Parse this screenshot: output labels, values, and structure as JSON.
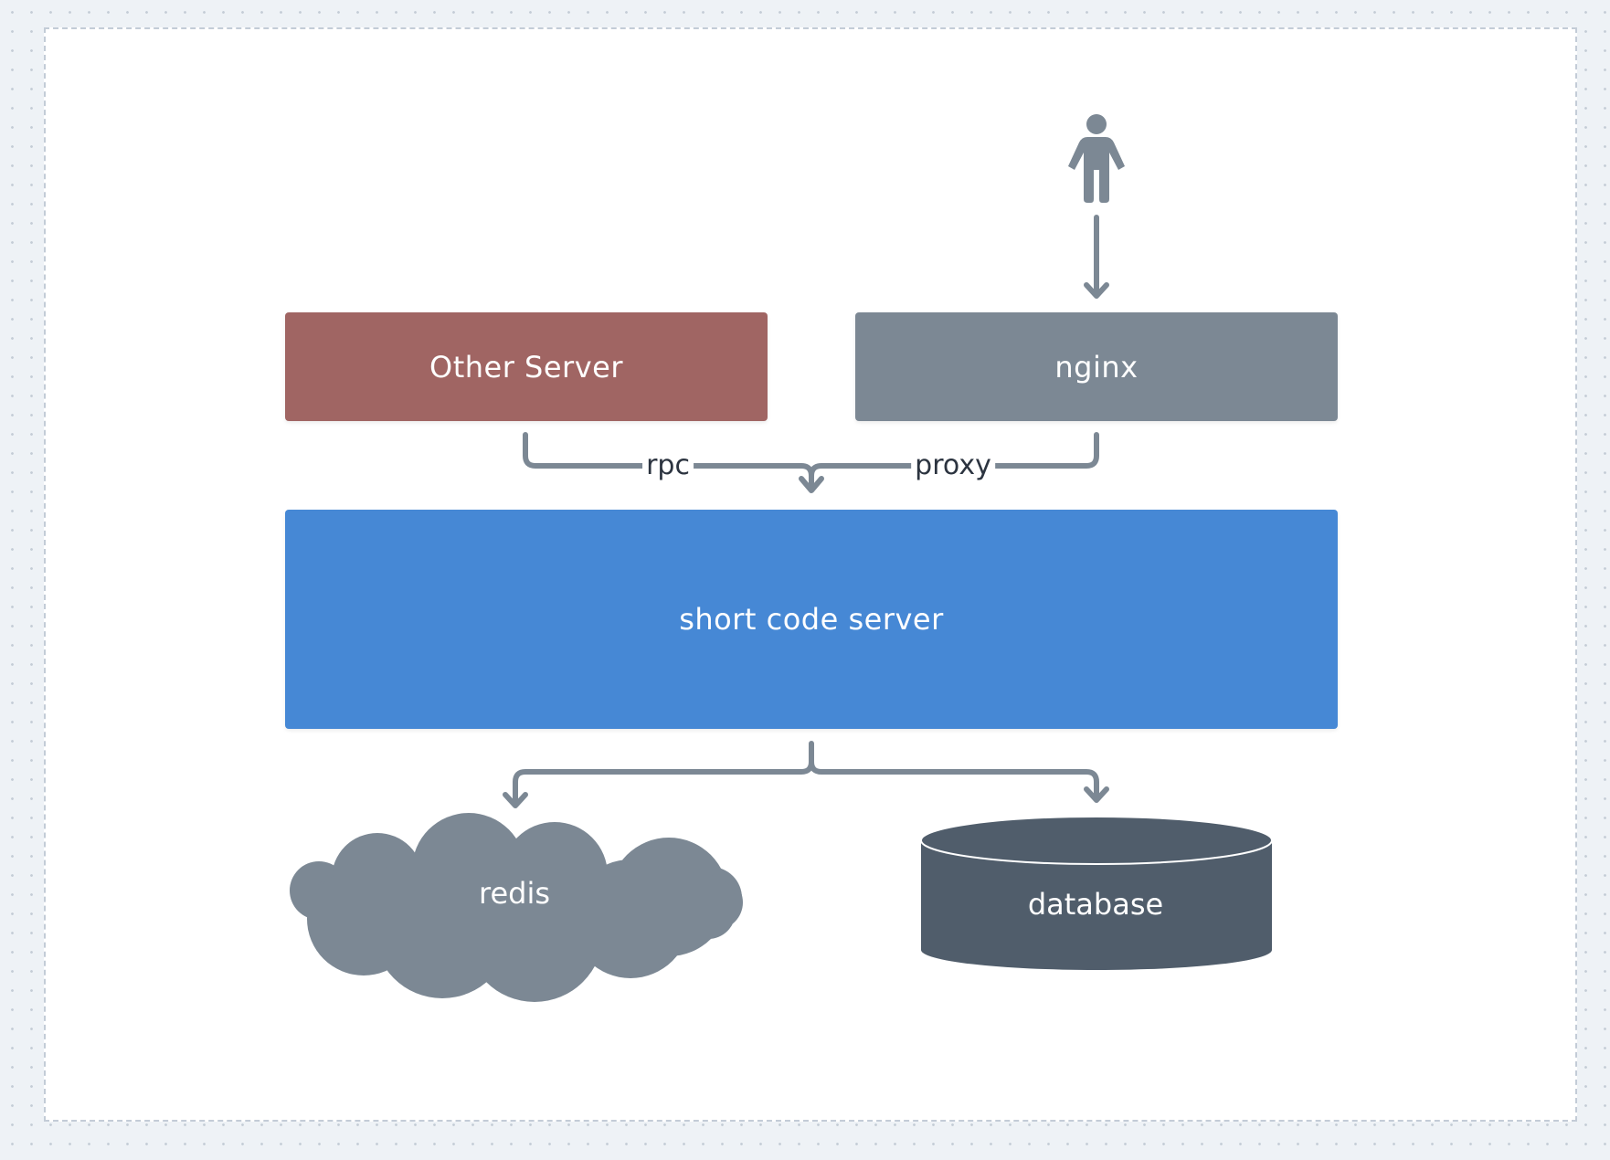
{
  "nodes": {
    "other_server": "Other Server",
    "nginx": "nginx",
    "short_code_server": "short code server",
    "redis": "redis",
    "database": "database"
  },
  "edges": {
    "rpc": "rpc",
    "proxy": "proxy"
  },
  "icons": {
    "user": "person-icon"
  },
  "colors": {
    "other_server": "#a06563",
    "nginx": "#7c8894",
    "short_code_server": "#4688d5",
    "redis": "#7c8894",
    "database": "#505d6b",
    "connector": "#7c8894"
  }
}
